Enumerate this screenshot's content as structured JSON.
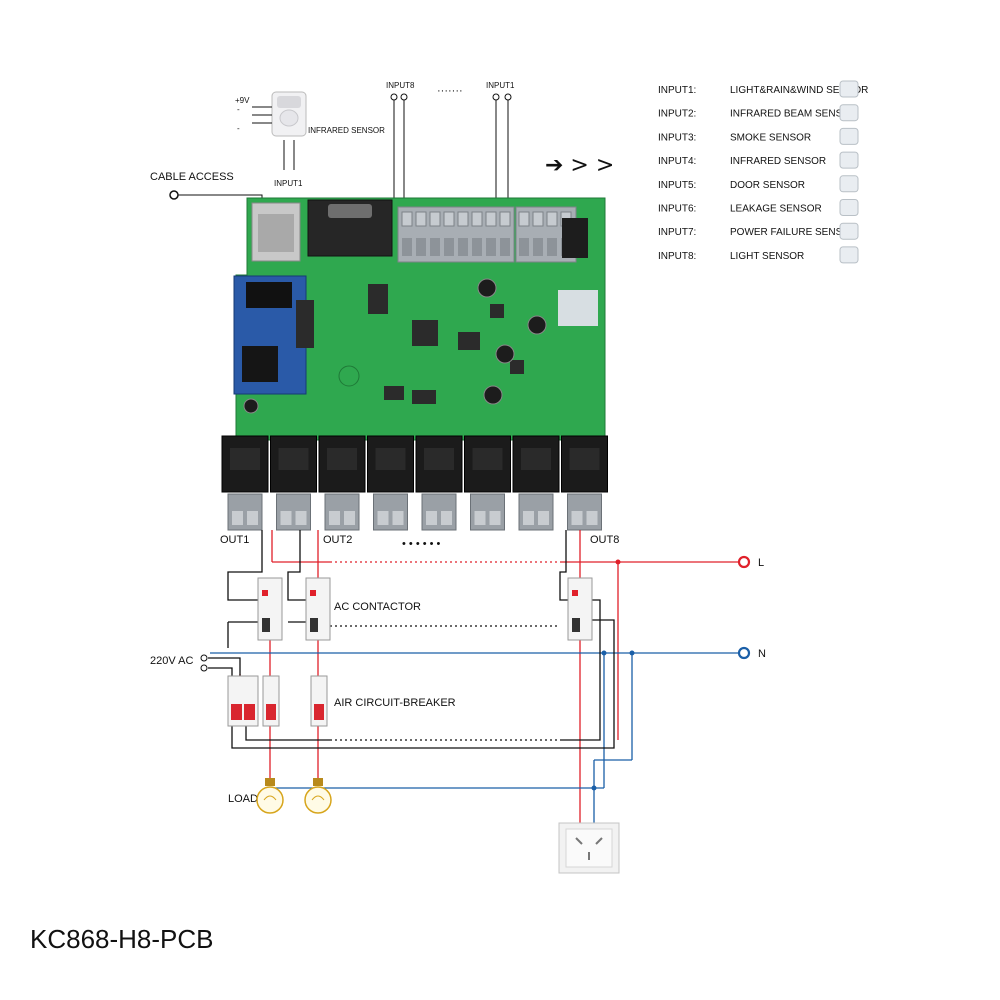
{
  "title": "KC868-H8-PCB",
  "labels": {
    "plus9v": "+9V",
    "minus": "-",
    "infrared_sensor": "INFRARED SENSOR",
    "sensor_input": "INPUT1",
    "cable_access": "CABLE ACCESS",
    "input8": "INPUT8",
    "input1": "INPUT1",
    "dots": "·······",
    "arrows": "➔ > >",
    "out1": "OUT1",
    "out2": "OUT2",
    "out8": "OUT8",
    "out_dots": "• • • • • •",
    "l": "L",
    "n": "N",
    "ac_contactor": "AC CONTACTOR",
    "v220": "220V AC",
    "air_breaker": "AIR CIRCUIT-BREAKER",
    "load": "LOAD"
  },
  "inputs": [
    {
      "key": "INPUT1:",
      "value": "LIGHT&RAIN&WIND SENSOR",
      "icon": "weather-station-icon"
    },
    {
      "key": "INPUT2:",
      "value": "INFRARED BEAM SENSOR",
      "icon": "beam-sensor-icon"
    },
    {
      "key": "INPUT3:",
      "value": "SMOKE SENSOR",
      "icon": "smoke-detector-icon"
    },
    {
      "key": "INPUT4:",
      "value": "INFRARED SENSOR",
      "icon": "pir-sensor-icon"
    },
    {
      "key": "INPUT5:",
      "value": "DOOR SENSOR",
      "icon": "door-sensor-icon"
    },
    {
      "key": "INPUT6:",
      "value": "LEAKAGE SENSOR",
      "icon": "leak-sensor-icon"
    },
    {
      "key": "INPUT7:",
      "value": "POWER FAILURE SENSOR",
      "icon": "power-failure-icon"
    },
    {
      "key": "INPUT8:",
      "value": "LIGHT SENSOR",
      "icon": "light-sensor-icon"
    }
  ],
  "colors": {
    "live": "#e0202a",
    "neutral": "#1a5fa8",
    "pcb": "#2fa84f",
    "relay": "#1a1a1a",
    "terminal": "#9aa0a6"
  }
}
